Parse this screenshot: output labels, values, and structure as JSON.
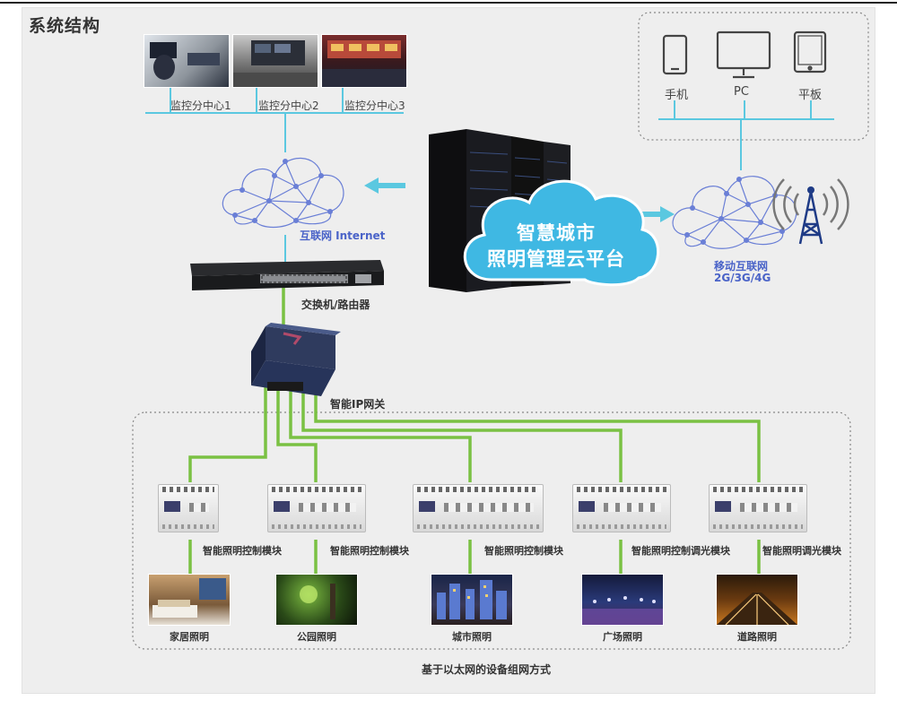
{
  "title": "系统结构",
  "control_centers": [
    {
      "label": "监控分中心1"
    },
    {
      "label": "监控分中心2"
    },
    {
      "label": "监控分中心3"
    }
  ],
  "terminals": [
    {
      "label": "手机",
      "icon": "phone-icon"
    },
    {
      "label": "PC",
      "icon": "monitor-icon"
    },
    {
      "label": "平板",
      "icon": "tablet-icon"
    }
  ],
  "internet_label": "互联网 Internet",
  "mobile_net": {
    "line1": "移动互联网",
    "line2": "2G/3G/4G"
  },
  "platform": {
    "line1": "智慧城市",
    "line2": "照明管理云平台"
  },
  "switch_label": "交换机/路由器",
  "gateway_label": "智能IP网关",
  "modules": [
    {
      "label": "智能照明控制模块"
    },
    {
      "label": "智能照明控制模块"
    },
    {
      "label": "智能照明控制模块"
    },
    {
      "label": "智能照明控制调光模块"
    },
    {
      "label": "智能照明调光模块"
    }
  ],
  "scenes": [
    {
      "label": "家居照明"
    },
    {
      "label": "公园照明"
    },
    {
      "label": "城市照明"
    },
    {
      "label": "广场照明"
    },
    {
      "label": "道路照明"
    }
  ],
  "footer_label": "基于以太网的设备组网方式",
  "colors": {
    "network_line": "#5bc8e0",
    "ethernet_line": "#7ac143",
    "cloud_mesh": "#6a7fd6",
    "platform_cloud": "#3fb8e3"
  }
}
